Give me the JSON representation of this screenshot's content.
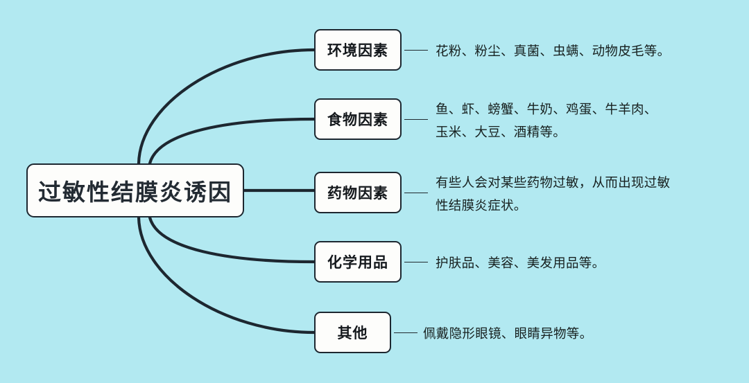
{
  "canvas": {
    "background_color": "#b2e9f1",
    "line_color": "#1d2730",
    "node_fill": "#fdfdfb"
  },
  "root": {
    "label": "过敏性结膜炎诱因"
  },
  "branches": [
    {
      "label": "环境因素",
      "description": "花粉、粉尘、真菌、虫螨、动物皮毛等。"
    },
    {
      "label": "食物因素",
      "description": "鱼、虾、螃蟹、牛奶、鸡蛋、牛羊肉、\n玉米、大豆、酒精等。"
    },
    {
      "label": "药物因素",
      "description": "有些人会对某些药物过敏，从而出现过敏\n性结膜炎症状。"
    },
    {
      "label": "化学用品",
      "description": "护肤品、美容、美发用品等。"
    },
    {
      "label": "其他",
      "description": "佩戴隐形眼镜、眼睛异物等。"
    }
  ]
}
